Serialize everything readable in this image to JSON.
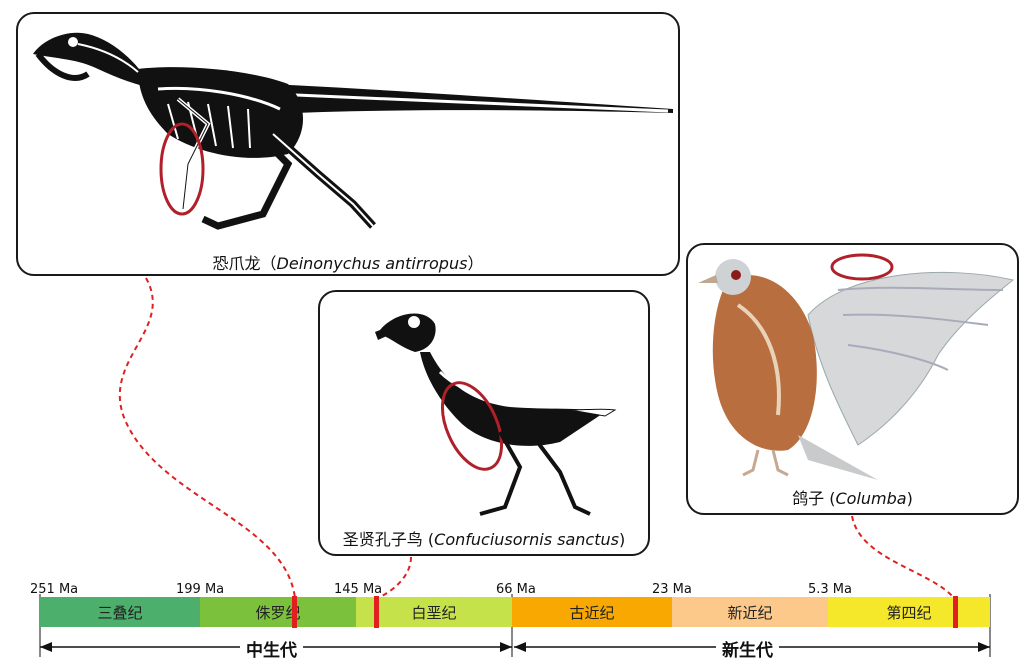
{
  "panels": {
    "deinonychus": {
      "caption_cn": "恐爪龙（",
      "caption_latin": "Deinonychus antirropus",
      "caption_close": "）"
    },
    "confuciusornis": {
      "caption_cn": "圣贤孔子鸟 (",
      "caption_latin": "Confuciusornis sanctus",
      "caption_close": ")"
    },
    "pigeon": {
      "caption_cn": "鸽子 (",
      "caption_latin": "Columba",
      "caption_close": ")"
    }
  },
  "timescale": {
    "ticks": [
      "251 Ma",
      "199 Ma",
      "145 Ma",
      "66 Ma",
      "23 Ma",
      "5.3 Ma"
    ],
    "periods": [
      {
        "name": "三叠纪",
        "color": "#4caf6b"
      },
      {
        "name": "侏罗纪",
        "color": "#7cc13c"
      },
      {
        "name": "白垩纪",
        "color": "#c6e24a"
      },
      {
        "name": "古近纪",
        "color": "#f8a800"
      },
      {
        "name": "新近纪",
        "color": "#fcc98a"
      },
      {
        "name": "第四纪",
        "color": "#f5e82a"
      }
    ],
    "eras": [
      "中生代",
      "新生代"
    ],
    "highlight_color": "#e02020"
  }
}
